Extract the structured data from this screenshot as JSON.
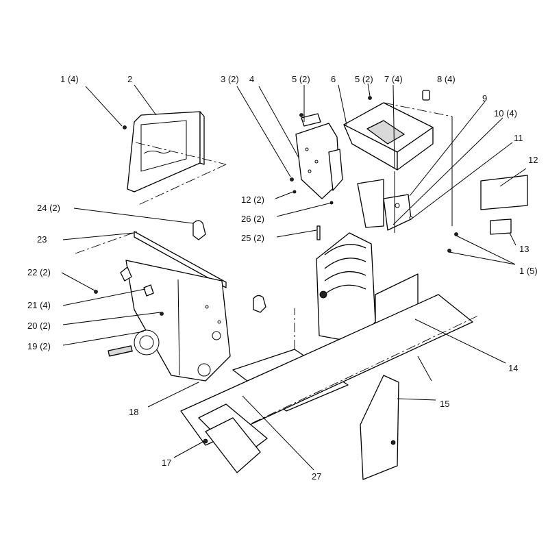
{
  "callouts": [
    {
      "id": "c1a",
      "label": "1 (4)"
    },
    {
      "id": "c2",
      "label": "2"
    },
    {
      "id": "c3",
      "label": "3 (2)"
    },
    {
      "id": "c4",
      "label": "4"
    },
    {
      "id": "c5a",
      "label": "5 (2)"
    },
    {
      "id": "c6",
      "label": "6"
    },
    {
      "id": "c5b",
      "label": "5 (2)"
    },
    {
      "id": "c7",
      "label": "7 (4)"
    },
    {
      "id": "c8",
      "label": "8 (4)"
    },
    {
      "id": "c9",
      "label": "9"
    },
    {
      "id": "c10",
      "label": "10 (4)"
    },
    {
      "id": "c11",
      "label": "11"
    },
    {
      "id": "c12",
      "label": "12"
    },
    {
      "id": "c12b",
      "label": "12 (2)"
    },
    {
      "id": "c26",
      "label": "26 (2)"
    },
    {
      "id": "c25",
      "label": "25 (2)"
    },
    {
      "id": "c24",
      "label": "24 (2)"
    },
    {
      "id": "c23",
      "label": "23"
    },
    {
      "id": "c22",
      "label": "22 (2)"
    },
    {
      "id": "c21",
      "label": "21 (4)"
    },
    {
      "id": "c20",
      "label": "20 (2)"
    },
    {
      "id": "c19",
      "label": "19 (2)"
    },
    {
      "id": "c13",
      "label": "13"
    },
    {
      "id": "c1b",
      "label": "1 (5)"
    },
    {
      "id": "c14",
      "label": "14"
    },
    {
      "id": "c15",
      "label": "15"
    },
    {
      "id": "c18",
      "label": "18"
    },
    {
      "id": "c17",
      "label": "17"
    },
    {
      "id": "c27",
      "label": "27"
    }
  ]
}
